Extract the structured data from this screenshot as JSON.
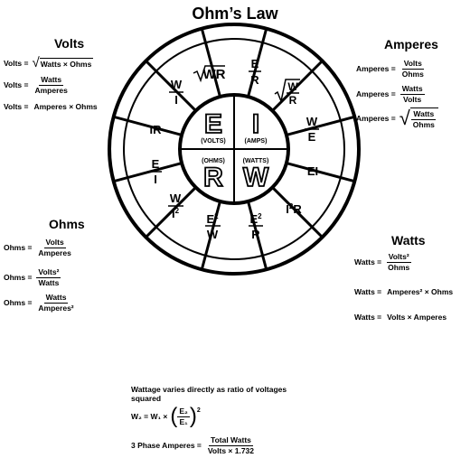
{
  "title": "Ohm’s Law",
  "volts": {
    "heading": "Volts",
    "f1": {
      "lhs": "Volts =",
      "radical": "Watts × Ohms"
    },
    "f2": {
      "lhs": "Volts =",
      "num": "Watts",
      "den": "Amperes"
    },
    "f3": {
      "lhs": "Volts =",
      "rhs": "Amperes × Ohms"
    }
  },
  "amperes": {
    "heading": "Amperes",
    "f1": {
      "lhs": "Amperes =",
      "num": "Volts",
      "den": "Ohms"
    },
    "f2": {
      "lhs": "Amperes =",
      "num": "Watts",
      "den": "Volts"
    },
    "f3": {
      "lhs": "Amperes =",
      "num": "Watts",
      "den": "Ohms"
    }
  },
  "ohms": {
    "heading": "Ohms",
    "f1": {
      "lhs": "Ohms =",
      "num": "Volts",
      "den": "Amperes"
    },
    "f2": {
      "lhs": "Ohms =",
      "num": "Volts²",
      "den": "Watts"
    },
    "f3": {
      "lhs": "Ohms =",
      "num": "Watts",
      "den": "Amperes²"
    }
  },
  "watts": {
    "heading": "Watts",
    "f1": {
      "lhs": "Watts =",
      "num": "Volts²",
      "den": "Ohms"
    },
    "f2": {
      "lhs": "Watts =",
      "rhs": "Amperes² × Ohms"
    },
    "f3": {
      "lhs": "Watts =",
      "rhs": "Volts × Amperes"
    }
  },
  "wheel": {
    "center": [
      {
        "letter": "E",
        "label": "(VOLTS)"
      },
      {
        "letter": "I",
        "label": "(AMPS)"
      },
      {
        "letter": "R",
        "label": "(OHMS)"
      },
      {
        "letter": "W",
        "label": "(WATTS)"
      }
    ],
    "segments": [
      "√WR",
      "E/R",
      "√W/R",
      "W/E",
      "EI",
      "I²R",
      "E²/R",
      "E²/W",
      "W/I²",
      "E/I",
      "IR",
      "W/I"
    ]
  },
  "bottom": {
    "note_line1": "Wattage varies directly as ratio of voltages",
    "note_line2": "squared",
    "w2_lhs": "W₂ = W₁ ×",
    "w2_num": "E₂",
    "w2_den": "E₁",
    "w2_exp": "2",
    "phase_lhs": "3 Phase Amperes =",
    "phase_num": "Total Watts",
    "phase_den": "Volts × 1.732"
  }
}
